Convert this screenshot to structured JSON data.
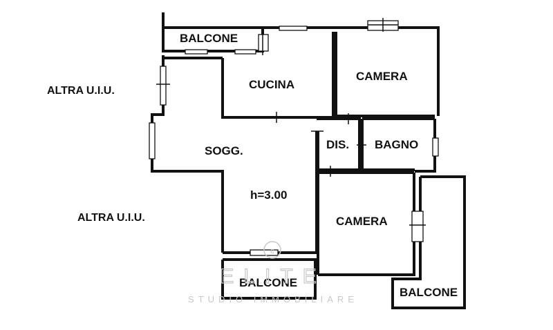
{
  "rooms": {
    "balcone_top": "BALCONE",
    "cucina": "CUCINA",
    "camera_top": "CAMERA",
    "soggiorno": "SOGG.",
    "height": "h=3.00",
    "dis": "DIS.",
    "bagno": "BAGNO",
    "camera_bottom": "CAMERA",
    "balcone_bottom": "BALCONE",
    "balcone_right": "BALCONE"
  },
  "outside": {
    "altra_top": "ALTRA U.I.U.",
    "altra_bottom": "ALTRA U.I.U."
  },
  "watermark": {
    "logo_text": "ELITE",
    "subtitle": "STUDIO IMMOBILIARE"
  },
  "colors": {
    "wall": "#111111",
    "background": "#ffffff",
    "watermark": "#c8c8c8"
  }
}
